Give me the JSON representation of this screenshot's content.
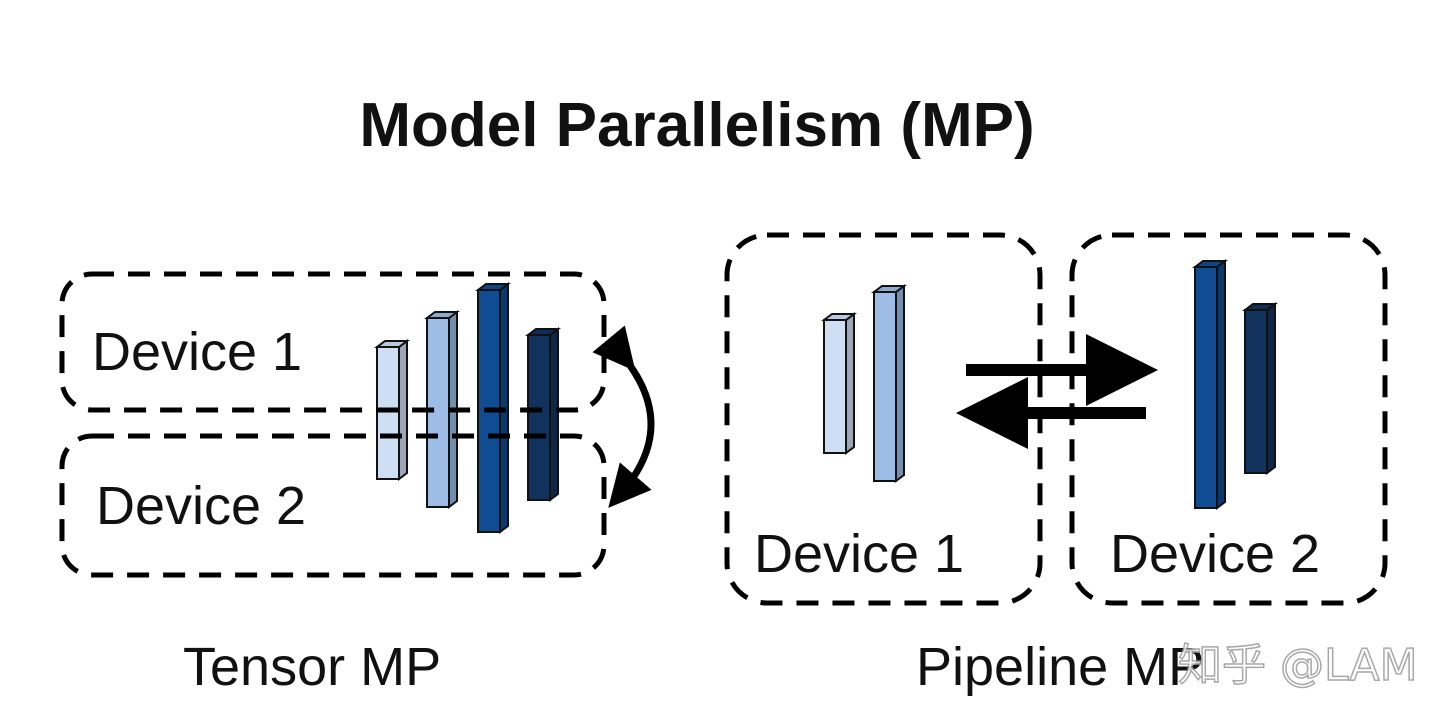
{
  "title": "Model Parallelism (MP)",
  "tensor": {
    "label": "Tensor MP",
    "device1": "Device 1",
    "device2": "Device 2"
  },
  "pipeline": {
    "label": "Pipeline MP",
    "device1": "Device 1",
    "device2": "Device 2"
  },
  "watermark": "知乎 @LAM",
  "colors": {
    "layer_light": "#cfdff3",
    "layer_mid": "#9dbde6",
    "layer_blue": "#0f4c92",
    "layer_dark": "#12325e"
  }
}
